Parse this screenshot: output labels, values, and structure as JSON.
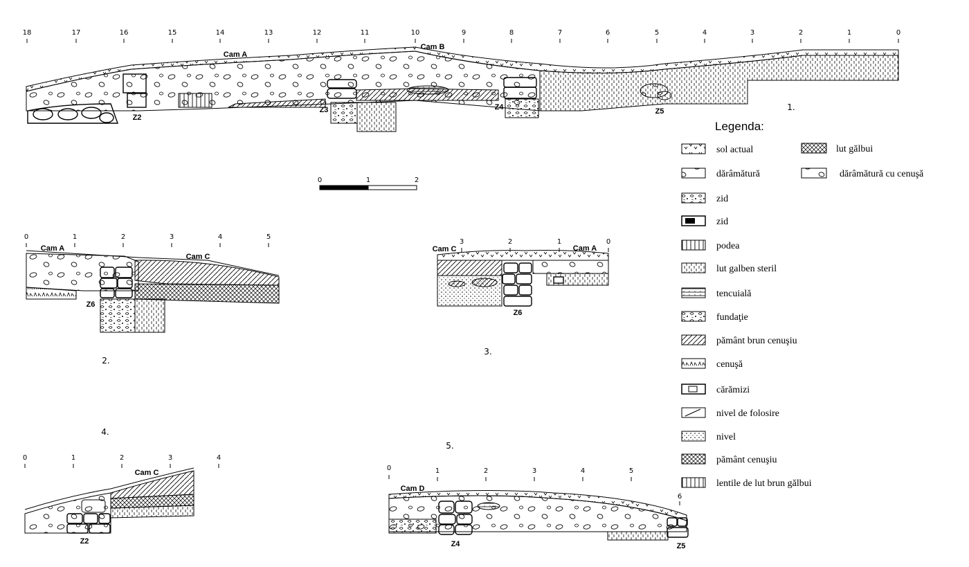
{
  "profile1": {
    "ticks": [
      "18",
      "17",
      "16",
      "15",
      "14",
      "13",
      "12",
      "11",
      "10",
      "9",
      "8",
      "7",
      "6",
      "5",
      "4",
      "3",
      "2",
      "1",
      "0"
    ],
    "labels": {
      "cam_a": "Cam A",
      "cam_b": "Cam B",
      "z2": "Z2",
      "z3": "Z3",
      "z4": "Z4",
      "z5": "Z5"
    },
    "number": "1."
  },
  "scale": {
    "ticks": [
      "0",
      "1",
      "2"
    ]
  },
  "profile2": {
    "ticks": [
      "0",
      "1",
      "2",
      "3",
      "4",
      "5"
    ],
    "labels": {
      "cam_a": "Cam A",
      "cam_c": "Cam C",
      "z6": "Z6"
    },
    "number": "2."
  },
  "profile3": {
    "ticks": [
      "3",
      "2",
      "1",
      "0"
    ],
    "labels": {
      "cam_c": "Cam C",
      "cam_a": "Cam A",
      "z6": "Z6"
    },
    "number": "3."
  },
  "profile4": {
    "ticks": [
      "0",
      "1",
      "2",
      "3",
      "4"
    ],
    "labels": {
      "cam_c": "Cam C",
      "z2": "Z2"
    },
    "number": "4."
  },
  "profile5": {
    "ticks": [
      "0",
      "1",
      "2",
      "3",
      "4",
      "5",
      "6"
    ],
    "labels": {
      "cam_d": "Cam D",
      "z4": "Z4",
      "z5": "Z5"
    },
    "number": "5."
  },
  "legend": {
    "title": "Legenda:",
    "items": [
      "sol actual",
      "dărâmătură",
      "zid",
      "zid",
      "podea",
      "lut galben steril",
      "tencuială",
      "fundaţie",
      "pământ brun cenuşiu",
      "cenuşă",
      "cărămizi",
      "nivel de folosire",
      "nivel",
      "pământ cenuşiu",
      "lentile de lut brun gălbui"
    ],
    "items_right": [
      "lut gălbui",
      "dărâmătură cu cenuşă"
    ]
  }
}
